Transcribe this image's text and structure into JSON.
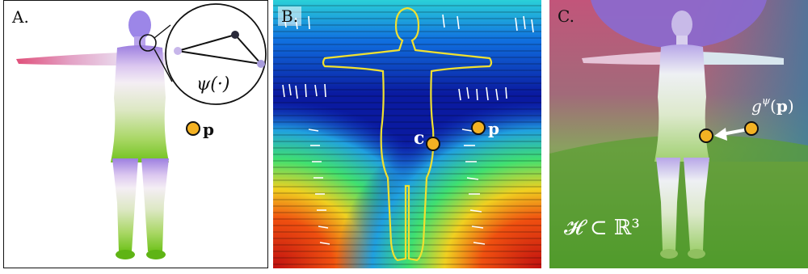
{
  "panels": {
    "a": {
      "label": "A.",
      "point_label": "p",
      "inset_label": "ψ(·)"
    },
    "b": {
      "label": "B.",
      "point_c_label": "c",
      "point_p_label": "p"
    },
    "c": {
      "label": "C.",
      "mapping_label": "g^ψ(p)",
      "space_label": "𝓗 ⊂ ℝ³"
    }
  },
  "colors": {
    "point_fill": "#f4b223",
    "point_stroke": "#111111",
    "contour_outline": "#f0e030",
    "inset_vertex_light": "#c7b6ea",
    "inset_vertex_dark": "#2a2a3a"
  }
}
